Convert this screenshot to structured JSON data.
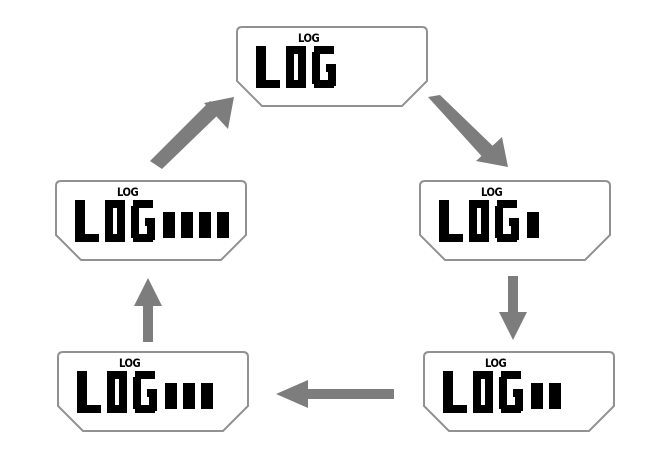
{
  "diagram": {
    "title": "LOG state cycle",
    "type": "cycle",
    "background_color": "#ffffff",
    "panel_border_color": "#919191",
    "panel_fill_color": "#ffffff",
    "text_color": "#000000",
    "arrow_color": "#7d7d7d",
    "node_count": 5,
    "arrow_count": 5
  },
  "nodes": [
    {
      "id": "node-log-0",
      "position": "top",
      "mini_label": "LOG",
      "main_label": "LOG",
      "indicator_count": 0,
      "state_name": "log-0-bars"
    },
    {
      "id": "node-log-1",
      "position": "right",
      "mini_label": "LOG",
      "main_label": "LOG",
      "indicator_count": 1,
      "state_name": "log-1-bar"
    },
    {
      "id": "node-log-2",
      "position": "bottom-right",
      "mini_label": "LOG",
      "main_label": "LOG",
      "indicator_count": 2,
      "state_name": "log-2-bars"
    },
    {
      "id": "node-log-3",
      "position": "bottom-left",
      "mini_label": "LOG",
      "main_label": "LOG",
      "indicator_count": 3,
      "state_name": "log-3-bars"
    },
    {
      "id": "node-log-4",
      "position": "left",
      "mini_label": "LOG",
      "main_label": "LOG",
      "indicator_count": 4,
      "state_name": "log-4-bars"
    }
  ],
  "arrows": [
    {
      "id": "arrow-top-to-right",
      "from": "node-log-0",
      "to": "node-log-1",
      "direction": "down-right"
    },
    {
      "id": "arrow-right-to-bottom-right",
      "from": "node-log-1",
      "to": "node-log-2",
      "direction": "down"
    },
    {
      "id": "arrow-bottom-right-to-bottom-left",
      "from": "node-log-2",
      "to": "node-log-3",
      "direction": "left"
    },
    {
      "id": "arrow-bottom-left-to-left",
      "from": "node-log-3",
      "to": "node-log-4",
      "direction": "up"
    },
    {
      "id": "arrow-left-to-top",
      "from": "node-log-4",
      "to": "node-log-0",
      "direction": "up-right"
    }
  ]
}
